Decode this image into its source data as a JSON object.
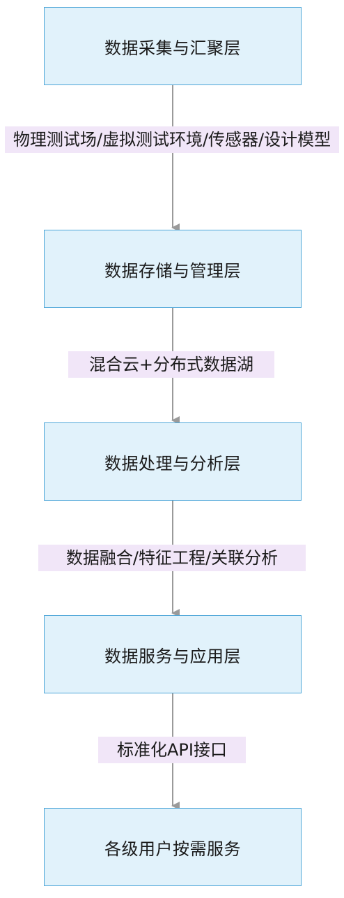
{
  "nodes": [
    {
      "id": "collection",
      "label": "数据采集与汇聚层"
    },
    {
      "id": "storage",
      "label": "数据存储与管理层"
    },
    {
      "id": "processing",
      "label": "数据处理与分析层"
    },
    {
      "id": "service",
      "label": "数据服务与应用层"
    },
    {
      "id": "users",
      "label": "各级用户按需服务"
    }
  ],
  "edges": [
    {
      "from": "collection",
      "to": "storage",
      "label": "物理测试场/虚拟测试环境/传感器/设计模型"
    },
    {
      "from": "storage",
      "to": "processing",
      "label": "混合云+分布式数据湖"
    },
    {
      "from": "processing",
      "to": "service",
      "label": "数据融合/特征工程/关联分析"
    },
    {
      "from": "service",
      "to": "users",
      "label": "标准化API接口"
    }
  ],
  "colors": {
    "node_fill": "#e1f2fb",
    "node_border": "#4da6d8",
    "edge_label_fill": "#f1e6f8",
    "edge_line": "#9a9a9a"
  }
}
